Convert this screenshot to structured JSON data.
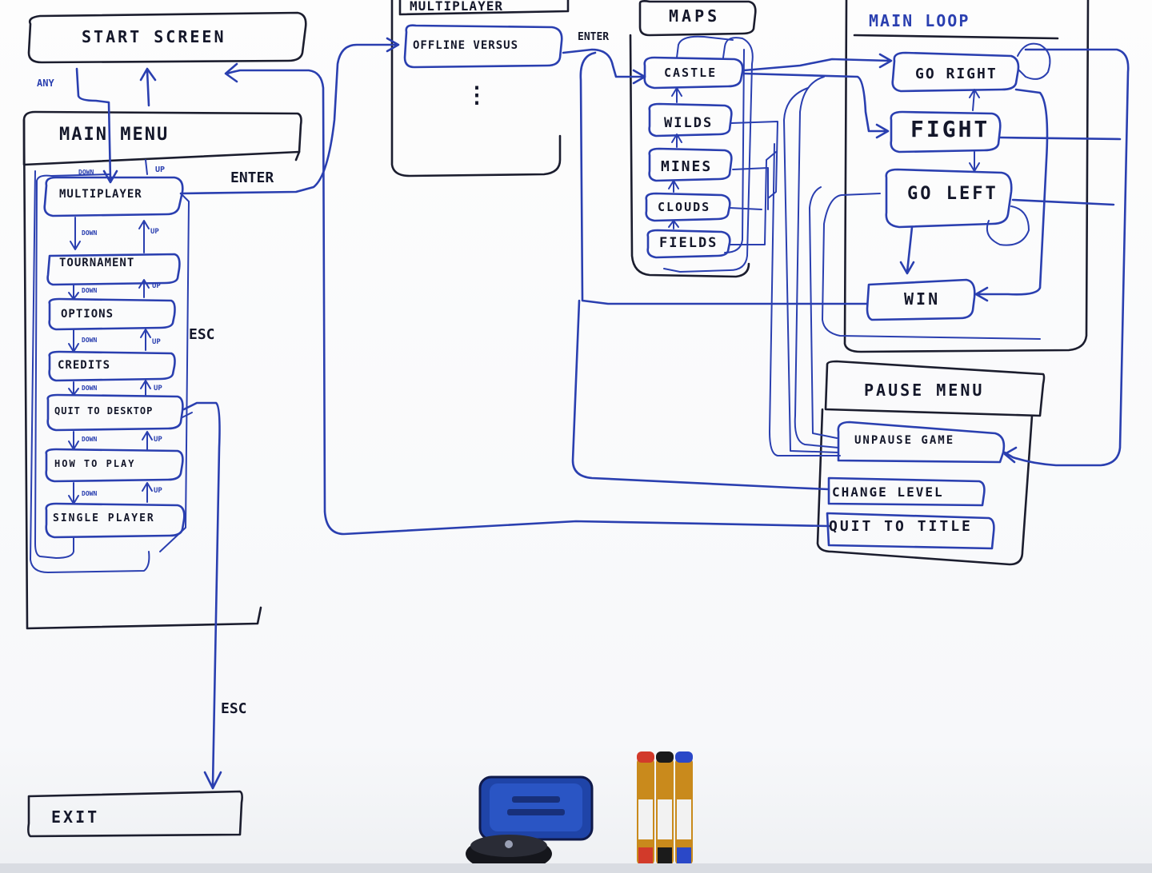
{
  "start_screen": {
    "label": "START  SCREEN"
  },
  "main_menu": {
    "title": "MAIN MENU",
    "items": [
      "MULTIPLAYER",
      "TOURNAMENT",
      "OPTIONS",
      "CREDITS",
      "QUIT TO DESKTOP",
      "HOW TO PLAY",
      "SINGLE PLAYER"
    ]
  },
  "multiplayer_menu": {
    "title": "MULTIPLAYER",
    "items": [
      "OFFLINE VERSUS"
    ],
    "ellipsis": "⋮"
  },
  "maps": {
    "title": "MAPS",
    "items": [
      "CASTLE",
      "WILDS",
      "MINES",
      "CLOUDS",
      "FIELDS"
    ]
  },
  "main_loop": {
    "title": "MAIN LOOP",
    "states": [
      "GO RIGHT",
      "FIGHT",
      "GO LEFT",
      "WIN"
    ]
  },
  "pause_menu": {
    "title": "PAUSE MENU",
    "items": [
      "UNPAUSE GAME",
      "CHANGE LEVEL",
      "QUIT TO TITLE"
    ]
  },
  "exit": {
    "label": "EXIT"
  },
  "transitions": {
    "any": "ANY",
    "enter_main": "ENTER",
    "enter_multi": "ENTER",
    "esc_menu": "ESC",
    "esc_exit": "ESC",
    "down": "DOWN",
    "up": "UP"
  },
  "colors": {
    "ink": "#2a3fb0",
    "marker_black": "#14172a",
    "board": "#ffffff",
    "eraser": "#1f44a8"
  }
}
